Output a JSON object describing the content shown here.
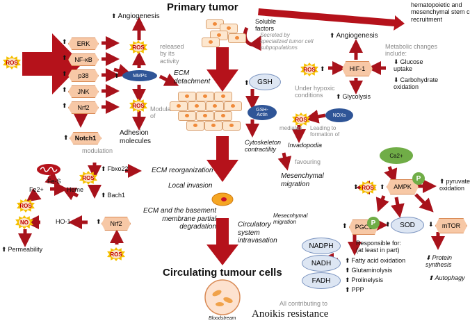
{
  "title": "Primary tumor",
  "circulating": "Circulating tumour cells",
  "anoikis": "Anoikis resistance",
  "all_contributing": "All contributing to",
  "bloodstream": "Bloodstream",
  "soluble_factors": "Soluble\nfactors",
  "secreted": "Secreted by\nspecialized tumor cell\nsubpopulations",
  "stem_cell": "hematopoietic and\nmesenchymal stem cell\nrecruitment",
  "angiogenesis_left": "Angiogenesis",
  "angiogenesis_right": "Angiogenesis",
  "released": "released\nby its\nactivity",
  "mmps": "MMPs",
  "ecm_detachment": "ECM\ndetachment",
  "modulation_of": "Modulation\nof",
  "adhesion": "Adhesion\nmolecules",
  "modulation": "modulation",
  "kinases": [
    "ERK",
    "NF-κB",
    "p38",
    "JNK",
    "Nrf2"
  ],
  "notch": "Notch1",
  "ros": "ROS",
  "gsh": "GSH",
  "gsh_actin": "GSH-\nActin",
  "mediates": "mediates",
  "nox": "NOXs",
  "leading": "Leading to\nformation of",
  "cytoskeleton": "Cytoskeleton\ncontractility",
  "invadopodia": "Invadopodia",
  "favouring": "favouring",
  "mesenchymal": "Mesenchymal\nmigration",
  "under_hypoxic": "Under hypoxic\nconditions",
  "hif": "HIF-1",
  "glycolysis": "Glycolysis",
  "metabolic_changes": "Metabolic changes\ninclude:",
  "glucose": "Glucose\nuptake",
  "carbohydrate": "Carbohydrate\noxidation",
  "mito_label": "",
  "fes": "Fe-S",
  "fe2": "Fe2+",
  "heme": "Heme",
  "fbxo22": "Fbxo22",
  "bach1": "Bach1",
  "ho1": "HO-1",
  "nrf2_lower": "Nrf2",
  "no": "NO",
  "permeability": "Permeability",
  "ecm_reorg": "ECM reorganization",
  "local_invasion": "Local invasion",
  "ecm_basement": "ECM and the basement\nmembrane partial\ndegradation",
  "mesenchymal_migration_small": "Mesecnhymal\nmigration",
  "circulatory": "Circulatory\nsystem\nintravasation",
  "ca": "Ca2+",
  "ampk": "AMPK",
  "p": "P",
  "pyruvate": "pyruvate\noxidation",
  "pgc1": "PGC1",
  "sod": "SOD",
  "mtor": "mTOR",
  "responsible": "Responsible for:\n(at least in part)",
  "protein_synthesis": "Protein\nsynthesis",
  "autophagy": "Autophagy",
  "nadph": "NADPH",
  "nadh": "NADH",
  "fadh": "FADH",
  "processes": [
    "Fatty acid oxidation",
    "Glutaminolysis",
    "Prolinelysis",
    "PPP"
  ]
}
